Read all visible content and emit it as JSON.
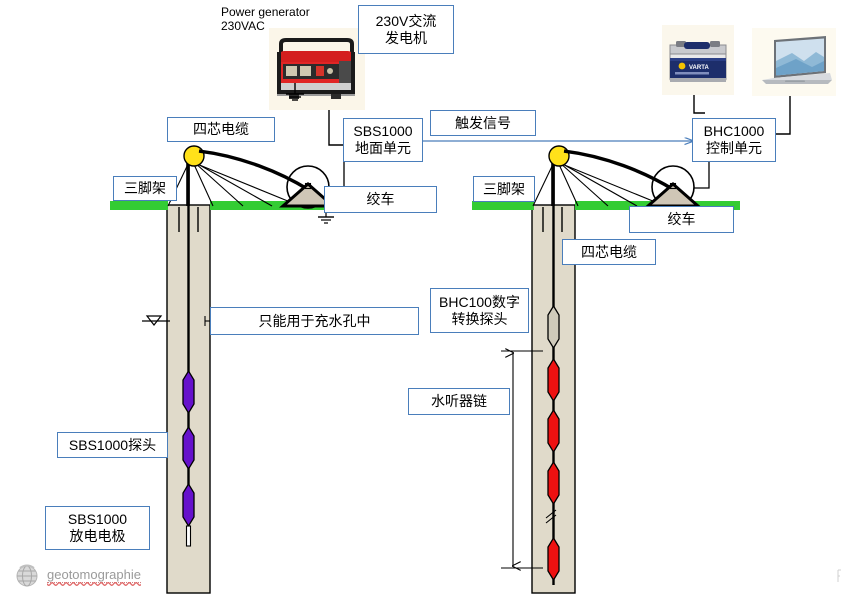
{
  "diagram": {
    "title": "Cross-hole seismic survey schematic (SBS1000 source borehole / BHC1000 receiver borehole)",
    "background": "#ffffff",
    "ground_color": "#33CC33",
    "borehole_fill": "#E0DACA",
    "source_probe_color": "#6611CC",
    "hydrophone_color": "#EE1111",
    "digitizer_color": "#CFCABA",
    "label_border_color": "#4A7EBB",
    "arrow_color": "#4A7EBB"
  },
  "plain_texts": [
    {
      "id": "power-generator-caption",
      "text": "Power generator\n230VAC"
    }
  ],
  "labels": {
    "generator_cn": "230V交流\n发电机",
    "cable_left": "四芯电缆",
    "tripod_left": "三脚架",
    "winch_left": "绞车",
    "sbs1000_surface_unit": "SBS1000\n地面单元",
    "trigger_signal": "触发信号",
    "bhc1000_control_unit": "BHC1000\n控制单元",
    "tripod_right": "三脚架",
    "winch_right": "绞车",
    "cable_right": "四芯电缆",
    "water_filled_note": "只能用于充水孔中",
    "bhc100_digitizer": "BHC100数字\n转换探头",
    "hydrophone_chain": "水听器链",
    "sbs1000_probe": "SBS1000探头",
    "sbs1000_electrode": "SBS1000\n放电电极"
  },
  "devices": [
    {
      "id": "generator",
      "name": "power-generator-image"
    },
    {
      "id": "battery",
      "name": "battery-image"
    },
    {
      "id": "laptop",
      "name": "laptop-image"
    }
  ],
  "watermark": {
    "text": "geotomographie",
    "icon": "globe-icon"
  },
  "boreholes": [
    {
      "id": "left",
      "probes": 3,
      "probe_type": "discharge-electrode",
      "color": "#6611CC"
    },
    {
      "id": "right",
      "probes": 4,
      "probe_type": "hydrophone",
      "color": "#EE1111",
      "digitizer": 1
    }
  ]
}
